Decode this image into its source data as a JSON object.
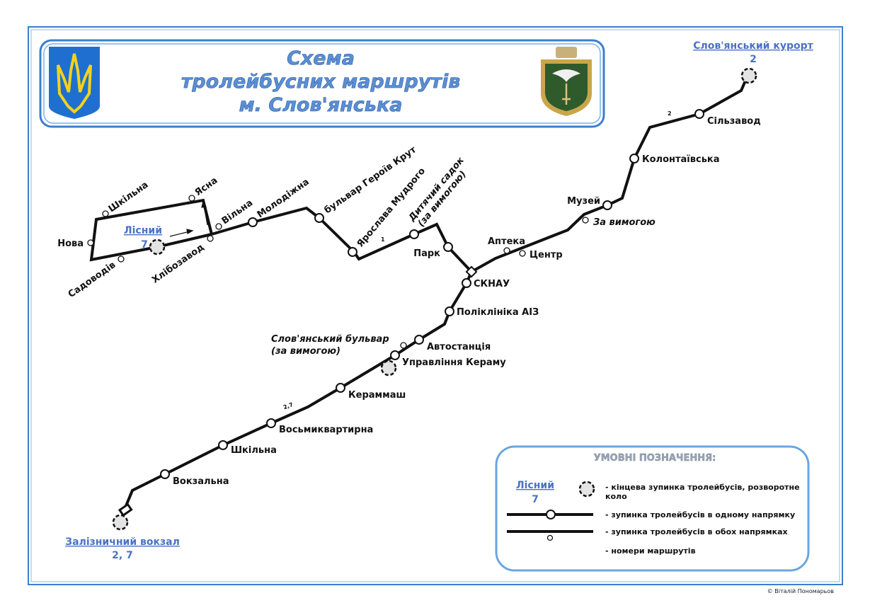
{
  "header": {
    "title_line1": "Схема",
    "title_line2": "тролейбусних маршрутів",
    "title_line3": "м. Слов'янська"
  },
  "terminals": {
    "lisnyi": {
      "name": "Лісний",
      "routes": "7"
    },
    "kurort": {
      "name": "Слов'янський курорт",
      "routes": "2"
    },
    "vokzal": {
      "name": "Залізничний вокзал",
      "routes": "2, 7"
    }
  },
  "stops": {
    "shkilna_loop": "Шкільна",
    "yasna": "Ясна",
    "nova": "Нова",
    "sadovodiv": "Садоводів",
    "khlibozavod": "Хлібозавод",
    "vilna": "Вільна",
    "molodizhna": "Молодіжна",
    "heroiv_krut": "бульвар Героїв Крут",
    "yaroslava": "Ярослава Мудрого",
    "sadok_1": "Дитячий садок",
    "sadok_2": "(за вимогою)",
    "park": "Парк",
    "apteka": "Аптека",
    "tsentr": "Центр",
    "za_vymohoiu": "За вимогою",
    "muzei": "Музей",
    "kolontaivska": "Колонтаївська",
    "silzavod": "Сільзавод",
    "sknau": "СКНАУ",
    "poliklinika": "Поліклініка АІЗ",
    "bulvar_1": "Слов'янський бульвар",
    "bulvar_2": "(за вимогою)",
    "avtostantsiia": "Автостанція",
    "keramu": "Управління Кераму",
    "kerammash": "Кераммаш",
    "vosmykvartyrna": "Восьмиквартирна",
    "shkilna": "Шкільна",
    "vokzalna": "Вокзальна"
  },
  "route_numbers": {
    "west": "1",
    "south": "2,7",
    "north": "2"
  },
  "legend": {
    "title": "УМОВНІ ПОЗНАЧЕННЯ:",
    "sample_name": "Лісний",
    "sample_routes": "7",
    "terminal_1": "- кінцева зупинка тролейбусів, розворотне",
    "terminal_2": "коло",
    "one_way": "- зупинка тролейбусів в одному напрямку",
    "both_ways": "- зупинка тролейбусів в обох напрямках",
    "routes": "- номери маршрутів"
  },
  "copyright": "© Віталій Пономарьов",
  "colors": {
    "frame": "#3b7fd0",
    "terminal_text": "#4a72c4",
    "line": "#111111"
  }
}
